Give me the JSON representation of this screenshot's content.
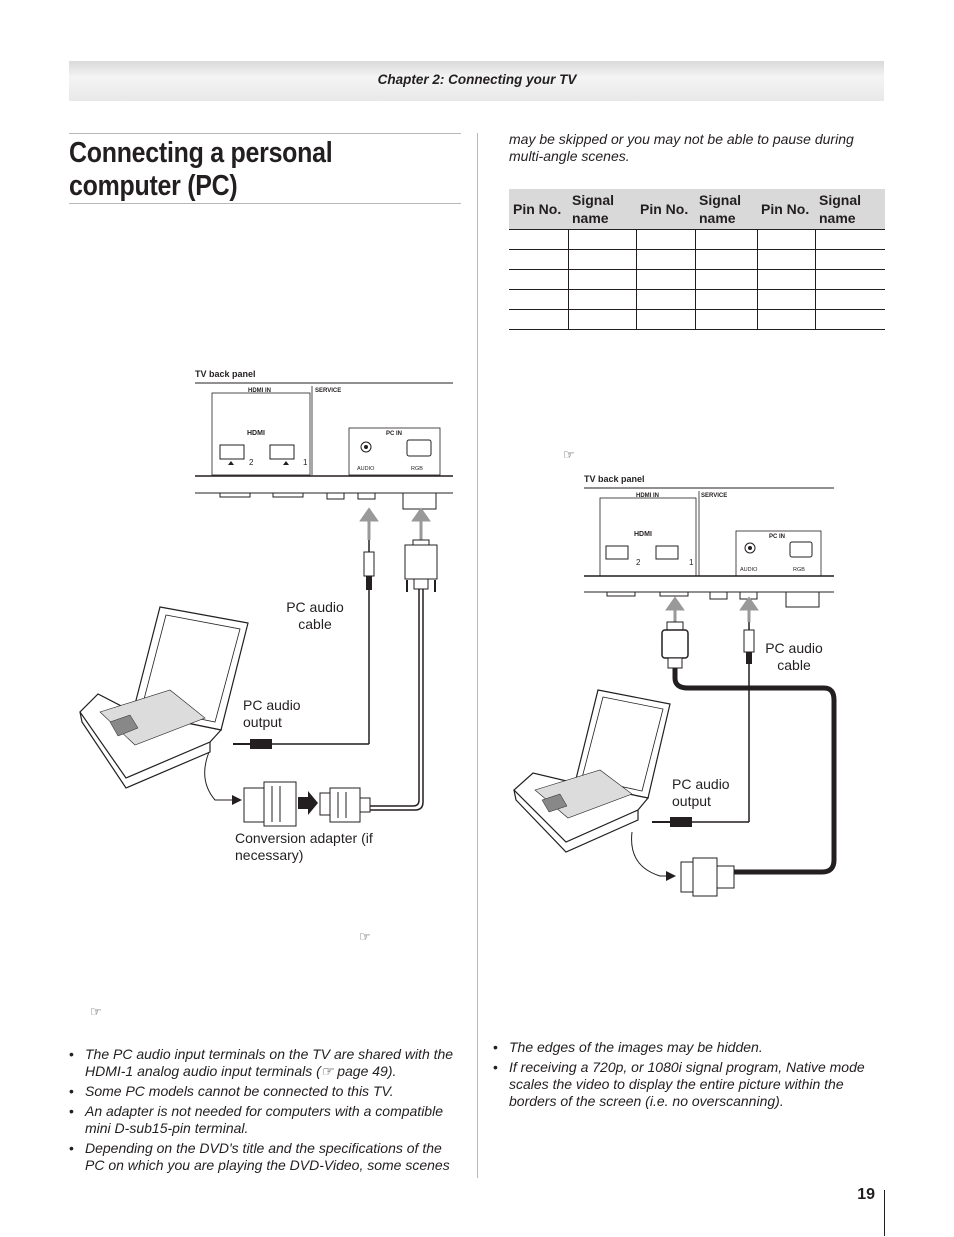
{
  "header": {
    "chapter": "Chapter 2: Connecting your TV"
  },
  "title": "Connecting a personal computer (PC)",
  "continuation_text": "may be skipped or you may not be able to pause during multi-angle scenes.",
  "pin_table": {
    "headers": [
      "Pin No.",
      "Signal name",
      "Pin No.",
      "Signal name",
      "Pin No.",
      "Signal name"
    ],
    "row_count": 5
  },
  "diagram1": {
    "panel_label": "TV back panel",
    "hdmi_in": "HDMI IN",
    "service": "SERVICE",
    "hdmi_logo": "HDMI",
    "port2": "2",
    "port1": "1",
    "pc_in": "PC IN",
    "audio": "AUDIO",
    "rgb": "RGB",
    "pc_audio_cable": "PC audio cable",
    "pc_audio_output": "PC audio output",
    "conversion_adapter": "Conversion adapter (if necessary)"
  },
  "diagram2": {
    "panel_label": "TV back panel",
    "hdmi_in": "HDMI IN",
    "service": "SERVICE",
    "hdmi_logo": "HDMI",
    "port2": "2",
    "port1": "1",
    "pc_in": "PC IN",
    "audio": "AUDIO",
    "rgb": "RGB",
    "pc_audio_cable": "PC audio cable",
    "pc_audio_output": "PC audio output"
  },
  "ref_symbol": "☞",
  "left_notes": [
    "The PC audio input terminals on the TV are shared with the HDMI-1 analog audio input terminals (☞ page 49).",
    "Some PC models cannot be connected to this TV.",
    "An adapter is not needed for computers with a compatible mini D-sub15-pin terminal.",
    "Depending on the DVD's title and the specifications of the PC on which you are playing the DVD-Video, some scenes"
  ],
  "right_notes": [
    "The edges of the images may be hidden.",
    "If receiving a 720p, or 1080i signal program, Native mode scales the video to display the entire picture within the borders of the screen (i.e. no overscanning)."
  ],
  "page_number": "19"
}
